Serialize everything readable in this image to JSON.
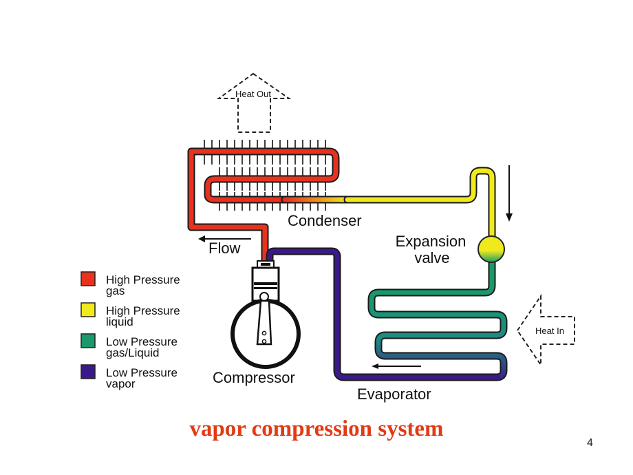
{
  "labels": {
    "heat_out": "Heat Out",
    "heat_in": "Heat In",
    "condenser": "Condenser",
    "flow": "Flow",
    "expansion_line1": "Expansion",
    "expansion_line2": "valve",
    "compressor": "Compressor",
    "evaporator": "Evaporator"
  },
  "legend": [
    {
      "line1": "High Pressure",
      "line2": "gas",
      "color": "#e8321e"
    },
    {
      "line1": "High Pressure",
      "line2": "liquid",
      "color": "#f0ea1c"
    },
    {
      "line1": "Low Pressure",
      "line2": "gas/Liquid",
      "color": "#1a9a6a"
    },
    {
      "line1": "Low Pressure",
      "line2": "vapor",
      "color": "#3a1a8a"
    }
  ],
  "colors": {
    "high_pressure_gas": "#e8321e",
    "high_pressure_liquid": "#f0ea1c",
    "low_pressure_gas_liquid": "#1a9a6a",
    "low_pressure_vapor": "#3a1a8a",
    "caption": "#e23a15"
  },
  "caption": "vapor compression system",
  "page_number": "4"
}
